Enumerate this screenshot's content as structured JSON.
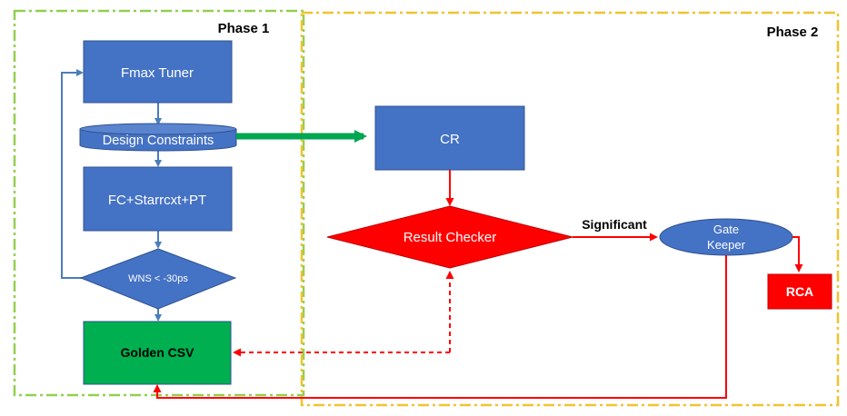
{
  "phases": [
    {
      "label": "Phase 1",
      "color": "#92D050"
    },
    {
      "label": "Phase 2",
      "color": "#F2C230"
    }
  ],
  "nodes": {
    "fmax_tuner": "Fmax Tuner",
    "design_constraints": "Design Constraints",
    "fc_starrcxt_pt": "FC+Starrcxt+PT",
    "wns_check": "WNS <  -30ps",
    "golden_csv": "Golden CSV",
    "cr": "CR",
    "result_checker": "Result Checker",
    "gate_keeper_line1": "Gate",
    "gate_keeper_line2": "Keeper",
    "rca": "RCA"
  },
  "edge_labels": {
    "significant": "Significant"
  },
  "colors": {
    "blue_fill": "#4472C4",
    "blue_stroke": "#2F528F",
    "red_fill": "#FF0000",
    "red_stroke": "#C00000",
    "green_fill": "#00B050",
    "green_arrow": "#00A651",
    "connector_blue": "#4A7EBB",
    "connector_red": "#FF0000"
  }
}
